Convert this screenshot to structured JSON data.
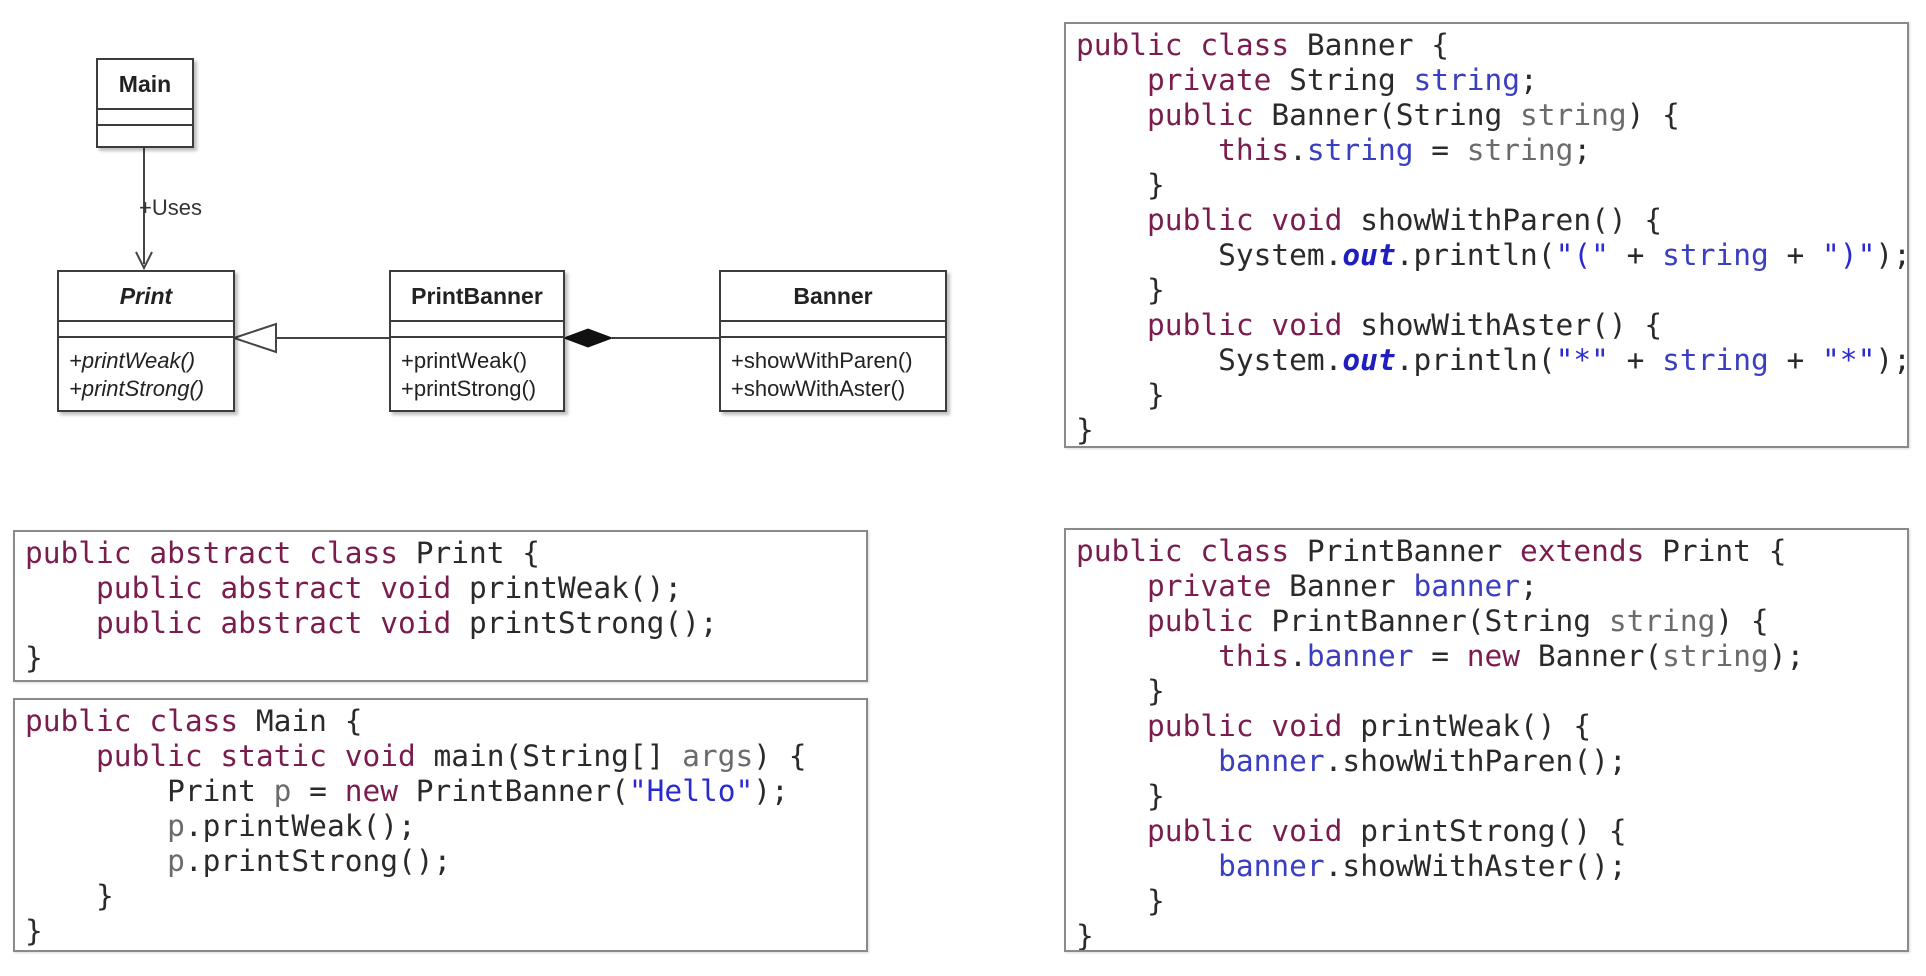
{
  "uml": {
    "classes": {
      "main": {
        "name": "Main",
        "operations": []
      },
      "print": {
        "name": "Print",
        "operations": [
          "+printWeak()",
          "+printStrong()"
        ]
      },
      "print_banner": {
        "name": "PrintBanner",
        "operations": [
          "+printWeak()",
          "+printStrong()"
        ]
      },
      "banner": {
        "name": "Banner",
        "operations": [
          "+showWithParen()",
          "+showWithAster()"
        ]
      }
    },
    "relations": {
      "uses_label": "+Uses"
    }
  },
  "code": {
    "banner_class": [
      [
        [
          "kw",
          "public class "
        ],
        [
          "t",
          "Banner {"
        ]
      ],
      [
        [
          "t",
          "    "
        ],
        [
          "kw",
          "private "
        ],
        [
          "t",
          "String "
        ],
        [
          "fld",
          "string"
        ],
        [
          "t",
          ";"
        ]
      ],
      [
        [
          "t",
          "    "
        ],
        [
          "kw",
          "public "
        ],
        [
          "t",
          "Banner(String "
        ],
        [
          "var",
          "string"
        ],
        [
          "t",
          ") {"
        ]
      ],
      [
        [
          "t",
          "        "
        ],
        [
          "kw",
          "this"
        ],
        [
          "t",
          "."
        ],
        [
          "fld",
          "string"
        ],
        [
          "t",
          " = "
        ],
        [
          "var",
          "string"
        ],
        [
          "t",
          ";"
        ]
      ],
      [
        [
          "t",
          "    }"
        ]
      ],
      [
        [
          "t",
          "    "
        ],
        [
          "kw",
          "public void "
        ],
        [
          "t",
          "showWithParen() {"
        ]
      ],
      [
        [
          "t",
          "        System."
        ],
        [
          "st",
          "out"
        ],
        [
          "t",
          ".println("
        ],
        [
          "str",
          "\"(\""
        ],
        [
          "t",
          " + "
        ],
        [
          "fld",
          "string"
        ],
        [
          "t",
          " + "
        ],
        [
          "str",
          "\")\""
        ],
        [
          "t",
          ");"
        ]
      ],
      [
        [
          "t",
          "    }"
        ]
      ],
      [
        [
          "t",
          "    "
        ],
        [
          "kw",
          "public void "
        ],
        [
          "t",
          "showWithAster() {"
        ]
      ],
      [
        [
          "t",
          "        System."
        ],
        [
          "st",
          "out"
        ],
        [
          "t",
          ".println("
        ],
        [
          "str",
          "\"*\""
        ],
        [
          "t",
          " + "
        ],
        [
          "fld",
          "string"
        ],
        [
          "t",
          " + "
        ],
        [
          "str",
          "\"*\""
        ],
        [
          "t",
          ");"
        ]
      ],
      [
        [
          "t",
          "    }"
        ]
      ],
      [
        [
          "t",
          "}"
        ]
      ]
    ],
    "print_class": [
      [
        [
          "kw",
          "public abstract class "
        ],
        [
          "t",
          "Print {"
        ]
      ],
      [
        [
          "t",
          "    "
        ],
        [
          "kw",
          "public abstract void "
        ],
        [
          "t",
          "printWeak();"
        ]
      ],
      [
        [
          "t",
          "    "
        ],
        [
          "kw",
          "public abstract void "
        ],
        [
          "t",
          "printStrong();"
        ]
      ],
      [
        [
          "t",
          "}"
        ]
      ]
    ],
    "main_class": [
      [
        [
          "kw",
          "public class "
        ],
        [
          "t",
          "Main {"
        ]
      ],
      [
        [
          "t",
          "    "
        ],
        [
          "kw",
          "public static void "
        ],
        [
          "t",
          "main(String[] "
        ],
        [
          "var",
          "args"
        ],
        [
          "t",
          ") {"
        ]
      ],
      [
        [
          "t",
          "        Print "
        ],
        [
          "var",
          "p"
        ],
        [
          "t",
          " = "
        ],
        [
          "kw",
          "new "
        ],
        [
          "t",
          "PrintBanner("
        ],
        [
          "str",
          "\"Hello\""
        ],
        [
          "t",
          ");"
        ]
      ],
      [
        [
          "t",
          "        "
        ],
        [
          "var",
          "p"
        ],
        [
          "t",
          ".printWeak();"
        ]
      ],
      [
        [
          "t",
          "        "
        ],
        [
          "var",
          "p"
        ],
        [
          "t",
          ".printStrong();"
        ]
      ],
      [
        [
          "t",
          "    }"
        ]
      ],
      [
        [
          "t",
          "}"
        ]
      ]
    ],
    "print_banner_class": [
      [
        [
          "kw",
          "public class "
        ],
        [
          "t",
          "PrintBanner "
        ],
        [
          "kw",
          "extends "
        ],
        [
          "t",
          "Print {"
        ]
      ],
      [
        [
          "t",
          "    "
        ],
        [
          "kw",
          "private "
        ],
        [
          "t",
          "Banner "
        ],
        [
          "fld",
          "banner"
        ],
        [
          "t",
          ";"
        ]
      ],
      [
        [
          "t",
          "    "
        ],
        [
          "kw",
          "public "
        ],
        [
          "t",
          "PrintBanner(String "
        ],
        [
          "var",
          "string"
        ],
        [
          "t",
          ") {"
        ]
      ],
      [
        [
          "t",
          "        "
        ],
        [
          "kw",
          "this"
        ],
        [
          "t",
          "."
        ],
        [
          "fld",
          "banner"
        ],
        [
          "t",
          " = "
        ],
        [
          "kw",
          "new "
        ],
        [
          "t",
          "Banner("
        ],
        [
          "var",
          "string"
        ],
        [
          "t",
          ");"
        ]
      ],
      [
        [
          "t",
          "    }"
        ]
      ],
      [
        [
          "t",
          "    "
        ],
        [
          "kw",
          "public void "
        ],
        [
          "t",
          "printWeak() {"
        ]
      ],
      [
        [
          "t",
          "        "
        ],
        [
          "fld",
          "banner"
        ],
        [
          "t",
          ".showWithParen();"
        ]
      ],
      [
        [
          "t",
          "    }"
        ]
      ],
      [
        [
          "t",
          "    "
        ],
        [
          "kw",
          "public void "
        ],
        [
          "t",
          "printStrong() {"
        ]
      ],
      [
        [
          "t",
          "        "
        ],
        [
          "fld",
          "banner"
        ],
        [
          "t",
          ".showWithAster();"
        ]
      ],
      [
        [
          "t",
          "    }"
        ]
      ],
      [
        [
          "t",
          "}"
        ]
      ]
    ]
  }
}
